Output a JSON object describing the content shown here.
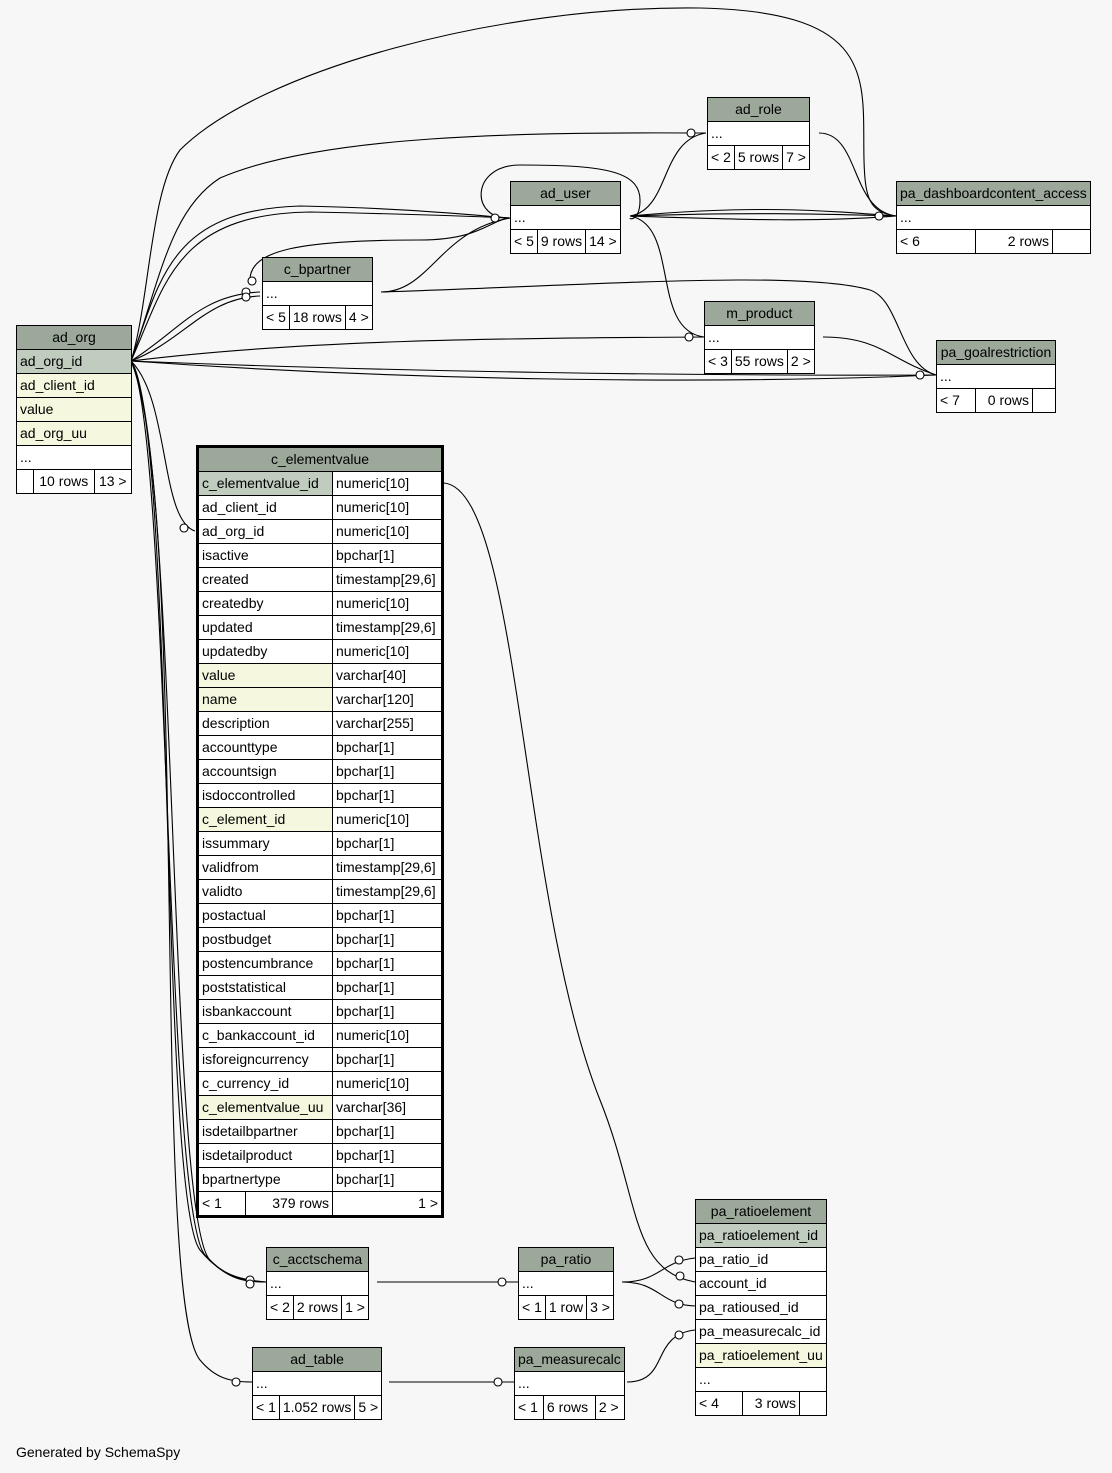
{
  "tables": {
    "ad_org": {
      "name": "ad_org",
      "columns": [
        "ad_org_id",
        "ad_client_id",
        "value",
        "ad_org_uu",
        "..."
      ],
      "footer": [
        "",
        "10 rows",
        "13 >"
      ]
    },
    "c_bpartner": {
      "name": "c_bpartner",
      "columns": [
        "..."
      ],
      "footer": [
        "< 5",
        "18 rows",
        "4 >"
      ]
    },
    "ad_user": {
      "name": "ad_user",
      "columns": [
        "..."
      ],
      "footer": [
        "< 5",
        "9 rows",
        "14 >"
      ]
    },
    "ad_role": {
      "name": "ad_role",
      "columns": [
        "..."
      ],
      "footer": [
        "< 2",
        "5 rows",
        "7 >"
      ]
    },
    "pa_dashboardcontent_access": {
      "name": "pa_dashboardcontent_access",
      "columns": [
        "..."
      ],
      "footer": [
        "< 6",
        "2 rows",
        ""
      ]
    },
    "m_product": {
      "name": "m_product",
      "columns": [
        "..."
      ],
      "footer": [
        "< 3",
        "55 rows",
        "2 >"
      ]
    },
    "pa_goalrestriction": {
      "name": "pa_goalrestriction",
      "columns": [
        "..."
      ],
      "footer": [
        "< 7",
        "0 rows",
        ""
      ]
    },
    "c_elementvalue": {
      "name": "c_elementvalue",
      "columns": [
        [
          "c_elementvalue_id",
          "numeric[10]"
        ],
        [
          "ad_client_id",
          "numeric[10]"
        ],
        [
          "ad_org_id",
          "numeric[10]"
        ],
        [
          "isactive",
          "bpchar[1]"
        ],
        [
          "created",
          "timestamp[29,6]"
        ],
        [
          "createdby",
          "numeric[10]"
        ],
        [
          "updated",
          "timestamp[29,6]"
        ],
        [
          "updatedby",
          "numeric[10]"
        ],
        [
          "value",
          "varchar[40]"
        ],
        [
          "name",
          "varchar[120]"
        ],
        [
          "description",
          "varchar[255]"
        ],
        [
          "accounttype",
          "bpchar[1]"
        ],
        [
          "accountsign",
          "bpchar[1]"
        ],
        [
          "isdoccontrolled",
          "bpchar[1]"
        ],
        [
          "c_element_id",
          "numeric[10]"
        ],
        [
          "issummary",
          "bpchar[1]"
        ],
        [
          "validfrom",
          "timestamp[29,6]"
        ],
        [
          "validto",
          "timestamp[29,6]"
        ],
        [
          "postactual",
          "bpchar[1]"
        ],
        [
          "postbudget",
          "bpchar[1]"
        ],
        [
          "postencumbrance",
          "bpchar[1]"
        ],
        [
          "poststatistical",
          "bpchar[1]"
        ],
        [
          "isbankaccount",
          "bpchar[1]"
        ],
        [
          "c_bankaccount_id",
          "numeric[10]"
        ],
        [
          "isforeigncurrency",
          "bpchar[1]"
        ],
        [
          "c_currency_id",
          "numeric[10]"
        ],
        [
          "c_elementvalue_uu",
          "varchar[36]"
        ],
        [
          "isdetailbpartner",
          "bpchar[1]"
        ],
        [
          "isdetailproduct",
          "bpchar[1]"
        ],
        [
          "bpartnertype",
          "bpchar[1]"
        ]
      ],
      "footer": [
        "< 1",
        "379 rows",
        "1 >"
      ]
    },
    "c_acctschema": {
      "name": "c_acctschema",
      "columns": [
        "..."
      ],
      "footer": [
        "< 2",
        "2 rows",
        "1 >"
      ]
    },
    "pa_ratio": {
      "name": "pa_ratio",
      "columns": [
        "..."
      ],
      "footer": [
        "< 1",
        "1 row",
        "3 >"
      ]
    },
    "ad_table": {
      "name": "ad_table",
      "columns": [
        "..."
      ],
      "footer": [
        "< 1",
        "1.052 rows",
        "5 >"
      ]
    },
    "pa_measurecalc": {
      "name": "pa_measurecalc",
      "columns": [
        "..."
      ],
      "footer": [
        "< 1",
        "6 rows",
        "2 >"
      ]
    },
    "pa_ratioelement": {
      "name": "pa_ratioelement",
      "columns": [
        "pa_ratioelement_id",
        "pa_ratio_id",
        "account_id",
        "pa_ratioused_id",
        "pa_measurecalc_id",
        "pa_ratioelement_uu",
        "..."
      ],
      "footer": [
        "< 4",
        "3 rows",
        ""
      ]
    }
  },
  "footer_note": "Generated by SchemaSpy"
}
